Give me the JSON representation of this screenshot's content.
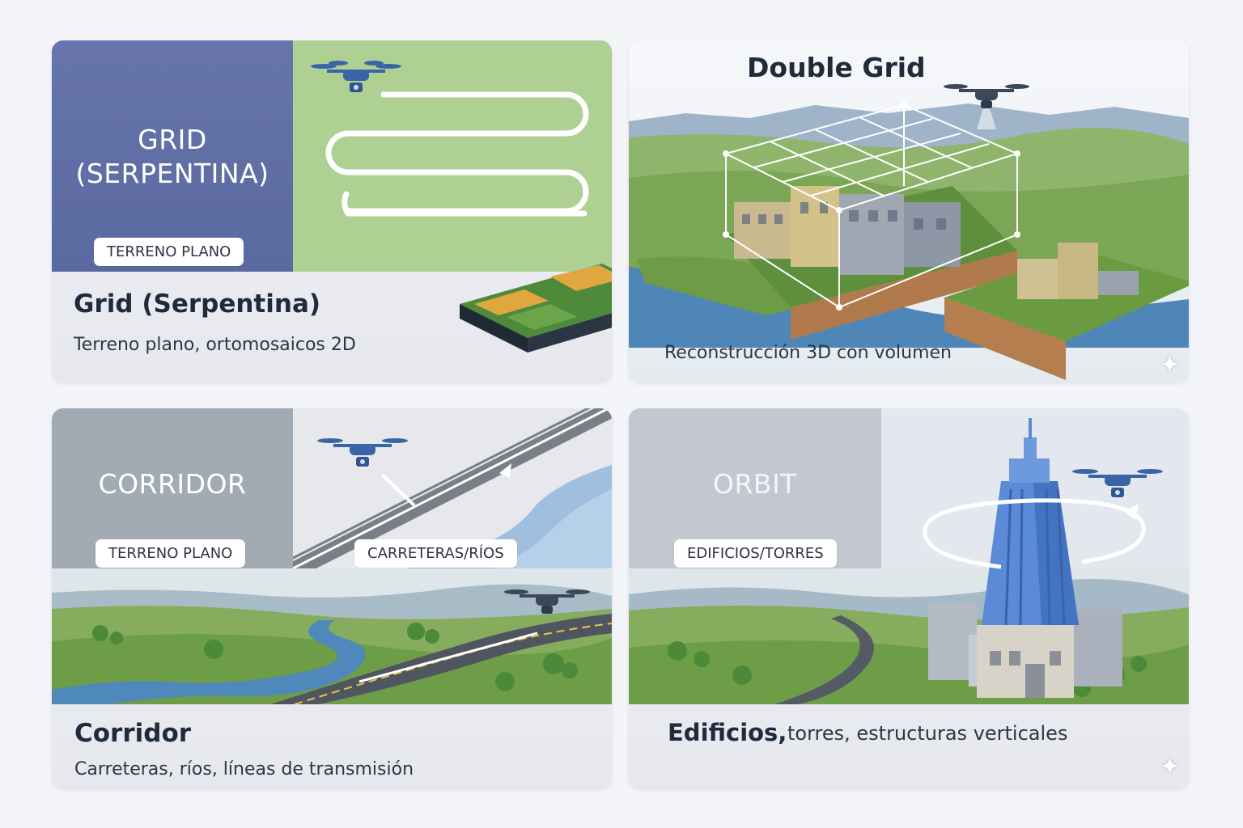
{
  "grid": {
    "panel_label_line1": "GRID",
    "panel_label_line2": "(SERPENTINA)",
    "badge": "TERRENO PLANO",
    "title": "Grid (Serpentina)",
    "description": "Terreno plano, ortomosaicos 2D"
  },
  "double_grid": {
    "title": "Double Grid",
    "description": "Reconstrucción 3D con volumen"
  },
  "corridor": {
    "panel_label": "CORRIDOR",
    "badge_left": "TERRENO PLANO",
    "badge_right": "CARRETERAS/RÍOS",
    "title": "Corridor",
    "description": "Carreteras, ríos, líneas de transmisión"
  },
  "orbit": {
    "panel_label": "ORBIT",
    "badge": "EDIFICIOS/TORRES",
    "title": "Edificios,",
    "description": "torres, estructuras verticales"
  },
  "icons": [
    "drone-icon",
    "sparkle-icon",
    "field-tile-icon",
    "building-tower-icon"
  ],
  "colors": {
    "grid_panel": "#5f6fa6",
    "grid_map": "#a9cd8e",
    "drone": "#3a64a8",
    "corridor_panel": "#9ea6af",
    "orbit_panel": "#c2c6cf",
    "tower": "#5b8ad6"
  }
}
